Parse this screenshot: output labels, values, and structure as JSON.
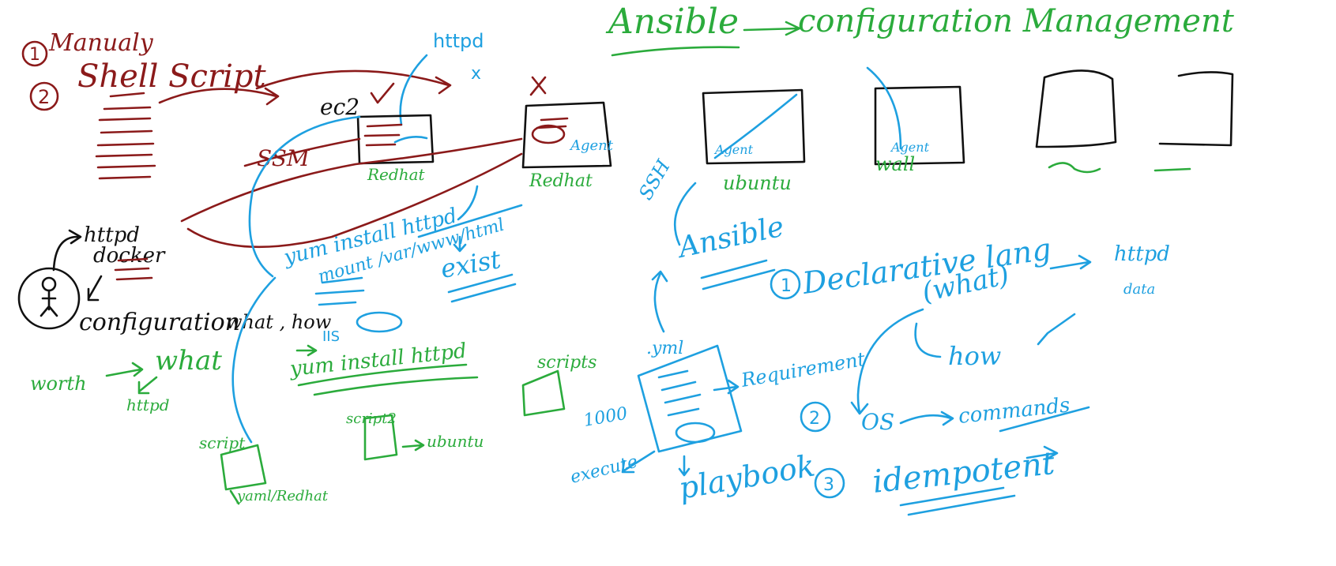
{
  "texts": {
    "title_ansible": "Ansible",
    "title_config_mgmt": "configuration Management",
    "manually": "Manualy",
    "shell_script": "Shell Script",
    "ec2": "ec2",
    "httpd_top": "httpd",
    "x_top": "x",
    "ssm": "SSM",
    "redhat_1": "Redhat",
    "redhat_2": "Redhat",
    "ubuntu_1": "ubuntu",
    "wall": "wall",
    "agent_1": "Agent",
    "agent_2": "Agent",
    "agent_3": "Agent",
    "httpd_docker": "httpd",
    "docker": "docker",
    "configuration": "configuration",
    "yum_install_httpd": "yum install httpd",
    "mount_yum": "mount /var/www/html",
    "exist": "exist",
    "iis": "IIS",
    "what_how": "what , how",
    "worth": "worth",
    "what_green": "what",
    "httpd_green": "httpd",
    "yum_install_httpd_green": "yum install httpd",
    "script2": "script2",
    "ubuntu_2": "ubuntu",
    "scripts": "scripts",
    "script_bottom": "script",
    "yamlredhat": "yaml/Redhat",
    "ssh": "SSH",
    "ansible_center": "Ansible",
    "yml": ".yml",
    "requirement": "Requirement",
    "n1000": "1000",
    "execute": "execute",
    "playbook": "playbook",
    "declarative_num": "1",
    "declarative_lang": "Declarative lang",
    "what_paren": "(what)",
    "httpd_right": "httpd",
    "data": "data",
    "how": "how",
    "two": "2",
    "os": "OS",
    "commands": "commands",
    "three": "3",
    "idempotent": "idempotent"
  },
  "colors": {
    "maroon": "#8b1a1a",
    "blue": "#1ea0e0",
    "green": "#2bab3c",
    "black": "#111111"
  }
}
